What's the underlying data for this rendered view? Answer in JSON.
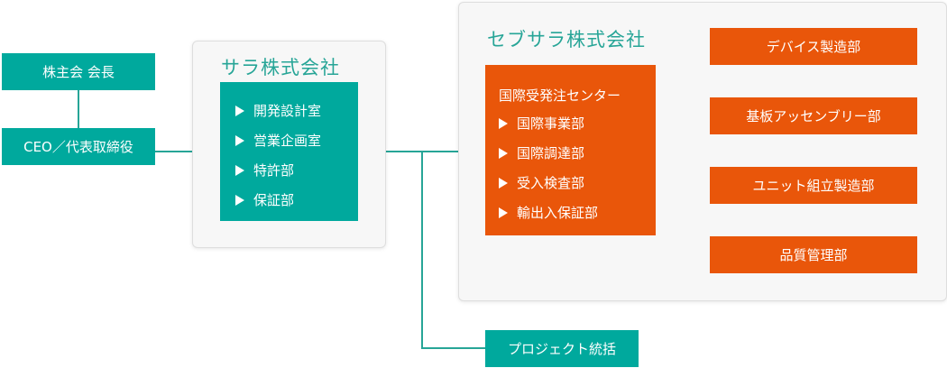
{
  "left": {
    "shareholder": "株主会 会長",
    "ceo": "CEO／代表取締役"
  },
  "sara": {
    "title": "サラ株式会社",
    "items": [
      "開発設計室",
      "営業企画室",
      "特許部",
      "保証部"
    ]
  },
  "sebu": {
    "title": "セブサラ株式会社",
    "center": {
      "header": "国際受発注センター",
      "items": [
        "国際事業部",
        "国際調達部",
        "受入検査部",
        "輸出入保証部"
      ]
    },
    "departments": [
      "デバイス製造部",
      "基板アッセンブリー部",
      "ユニット組立製造部",
      "品質管理部"
    ]
  },
  "project": "プロジェクト統括",
  "colors": {
    "teal": "#00a99d",
    "orange": "#e9560a",
    "line": "#27a597"
  }
}
